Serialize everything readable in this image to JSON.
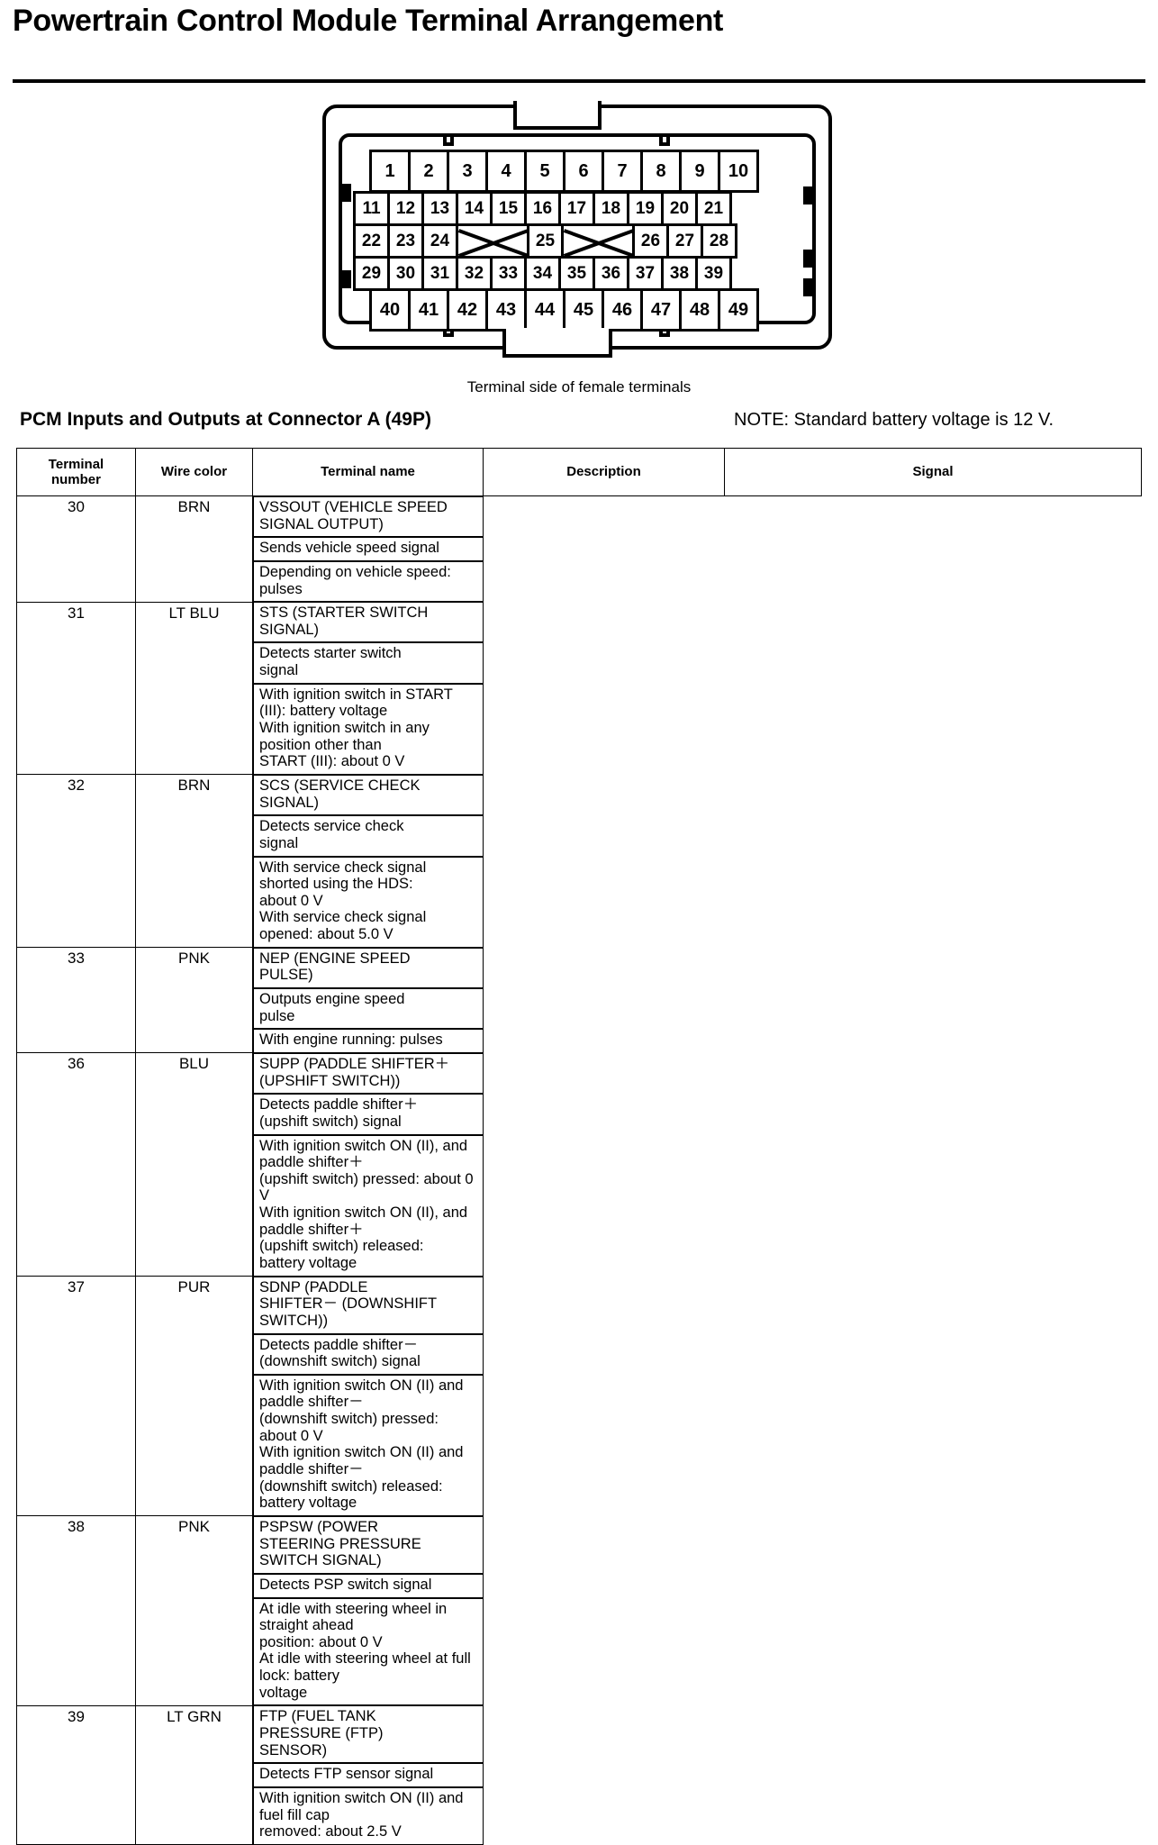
{
  "page": {
    "title": "Powertrain Control Module Terminal Arrangement"
  },
  "diagram": {
    "caption": "Terminal side of female terminals",
    "rows": [
      {
        "name": "row-1",
        "pins": [
          "1",
          "2",
          "3",
          "4",
          "5",
          "6",
          "7",
          "8",
          "9",
          "10"
        ]
      },
      {
        "name": "row-2",
        "pins": [
          "11",
          "12",
          "13",
          "14",
          "15",
          "16",
          "17",
          "18",
          "19",
          "20",
          "21"
        ]
      },
      {
        "name": "row-3",
        "pins": [
          "22",
          "23",
          "24",
          "X",
          "25",
          "X",
          "26",
          "27",
          "28"
        ]
      },
      {
        "name": "row-4",
        "pins": [
          "29",
          "30",
          "31",
          "32",
          "33",
          "34",
          "35",
          "36",
          "37",
          "38",
          "39"
        ]
      },
      {
        "name": "row-5",
        "pins": [
          "40",
          "41",
          "42",
          "43",
          "44",
          "45",
          "46",
          "47",
          "48",
          "49"
        ]
      }
    ]
  },
  "section": {
    "heading": "PCM Inputs and Outputs at Connector A (49P)",
    "note": "NOTE: Standard battery voltage is 12 V."
  },
  "table": {
    "headers": {
      "terminal_number_line1": "Terminal",
      "terminal_number_line2": "number",
      "wire_color": "Wire color",
      "terminal_name": "Terminal name",
      "description": "Description",
      "signal": "Signal"
    },
    "rows": [
      {
        "terminal": "30",
        "wire": "BRN",
        "name": "VSSOUT (VEHICLE SPEED\nSIGNAL OUTPUT)",
        "description": "Sends vehicle speed signal",
        "signal": "Depending on vehicle speed: pulses"
      },
      {
        "terminal": "31",
        "wire": "LT BLU",
        "name": "STS (STARTER SWITCH\nSIGNAL)",
        "description": "Detects starter switch\nsignal",
        "signal": "With ignition switch in START (III): battery voltage\nWith ignition switch in any position other than\nSTART (III): about 0 V"
      },
      {
        "terminal": "32",
        "wire": "BRN",
        "name": "SCS (SERVICE CHECK\nSIGNAL)",
        "description": "Detects service check\nsignal",
        "signal": "With service check signal shorted using the HDS:\nabout 0 V\nWith service check signal opened: about 5.0 V"
      },
      {
        "terminal": "33",
        "wire": "PNK",
        "name": "NEP (ENGINE SPEED\nPULSE)",
        "description": "Outputs engine speed\npulse",
        "signal": "With engine running: pulses"
      },
      {
        "terminal": "36",
        "wire": "BLU",
        "name": "SUPP (PADDLE SHIFTER＋\n(UPSHIFT SWITCH))",
        "description": "Detects paddle shifter＋\n(upshift switch) signal",
        "signal": "With ignition switch ON (II), and paddle shifter＋\n(upshift switch) pressed: about 0 V\nWith ignition switch ON (II), and paddle shifter＋\n(upshift switch) released:\nbattery voltage"
      },
      {
        "terminal": "37",
        "wire": "PUR",
        "name": "SDNP (PADDLE\nSHIFTER－ (DOWNSHIFT\nSWITCH))",
        "description": "Detects paddle shifter－\n(downshift switch) signal",
        "signal": "With ignition switch ON (II) and paddle shifter－\n(downshift switch) pressed: about 0 V\nWith ignition switch ON (II) and paddle shifter－\n(downshift switch) released: battery voltage"
      },
      {
        "terminal": "38",
        "wire": "PNK",
        "name": "PSPSW (POWER\nSTEERING PRESSURE\nSWITCH SIGNAL)",
        "description": "Detects PSP switch signal",
        "signal": "At idle with steering wheel in straight ahead\nposition: about 0 V\nAt idle with steering wheel at full lock: battery\nvoltage"
      },
      {
        "terminal": "39",
        "wire": "LT GRN",
        "name": "FTP (FUEL TANK\nPRESSURE (FTP)\nSENSOR)",
        "description": "Detects FTP sensor signal",
        "signal": "With ignition switch ON (II) and fuel fill cap\nremoved: about 2.5 V"
      }
    ]
  },
  "colors": {
    "ink": "#000000",
    "paper": "#ffffff"
  }
}
